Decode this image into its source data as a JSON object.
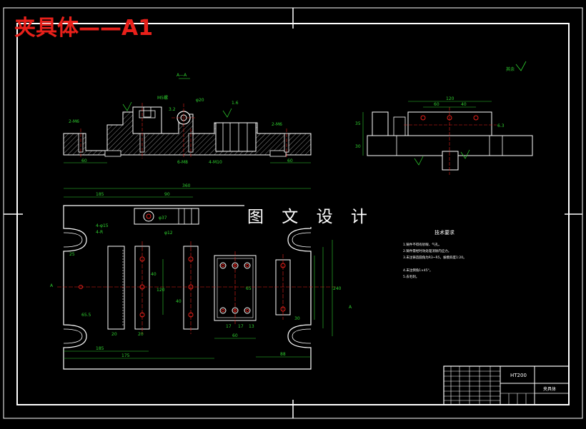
{
  "title": "夹具体——A1",
  "watermark": "图 文 设 计",
  "section_label": "A—A",
  "roughness_note": "其余",
  "tech_req_title": "技术要求",
  "tech_req_items": [
    "1.铸件不得有砂眼、气孔。",
    "2.铸件需经时效处理消除内应力。",
    "3.未注铸造圆角为R3~R5，拔模斜度1:20。",
    "4.未注倒角1×45°。",
    "5.去毛刺。"
  ],
  "title_block": {
    "material": "HT200",
    "part_name": "夹具体"
  },
  "dims": {
    "front_left_h": "2-M6",
    "front_left_w": "60",
    "front_m5": "M5螺",
    "front_d20": "φ20",
    "front_6m8": "6-M8",
    "front_4m10": "4-M10",
    "front_right_w": "60",
    "front_right_h": "2-M6",
    "front_32": "3.2",
    "front_16": "1.6",
    "side_120": "120",
    "side_60": "60",
    "side_40": "40",
    "side_35": "35",
    "side_30": "30",
    "side_63": "6.3",
    "plan_360": "360",
    "plan_185": "185",
    "plan_90": "90",
    "plan_4phi15": "4-φ15",
    "plan_4r": "4-R",
    "plan_25": "25",
    "plan_655": "65.5",
    "plan_185b": "185",
    "plan_175": "175",
    "plan_20a": "20",
    "plan_20b": "20",
    "plan_40a": "40",
    "plan_40b": "40",
    "plan_120": "120",
    "plan_60": "60",
    "plan_17a": "17",
    "plan_17b": "17",
    "plan_13": "13",
    "plan_65": "65",
    "plan_88": "88",
    "plan_30": "30",
    "plan_240": "240",
    "plan_phi37": "φ37",
    "plan_phi12": "φ12",
    "plan_label_a": "A",
    "plan_label_a2": "A"
  }
}
